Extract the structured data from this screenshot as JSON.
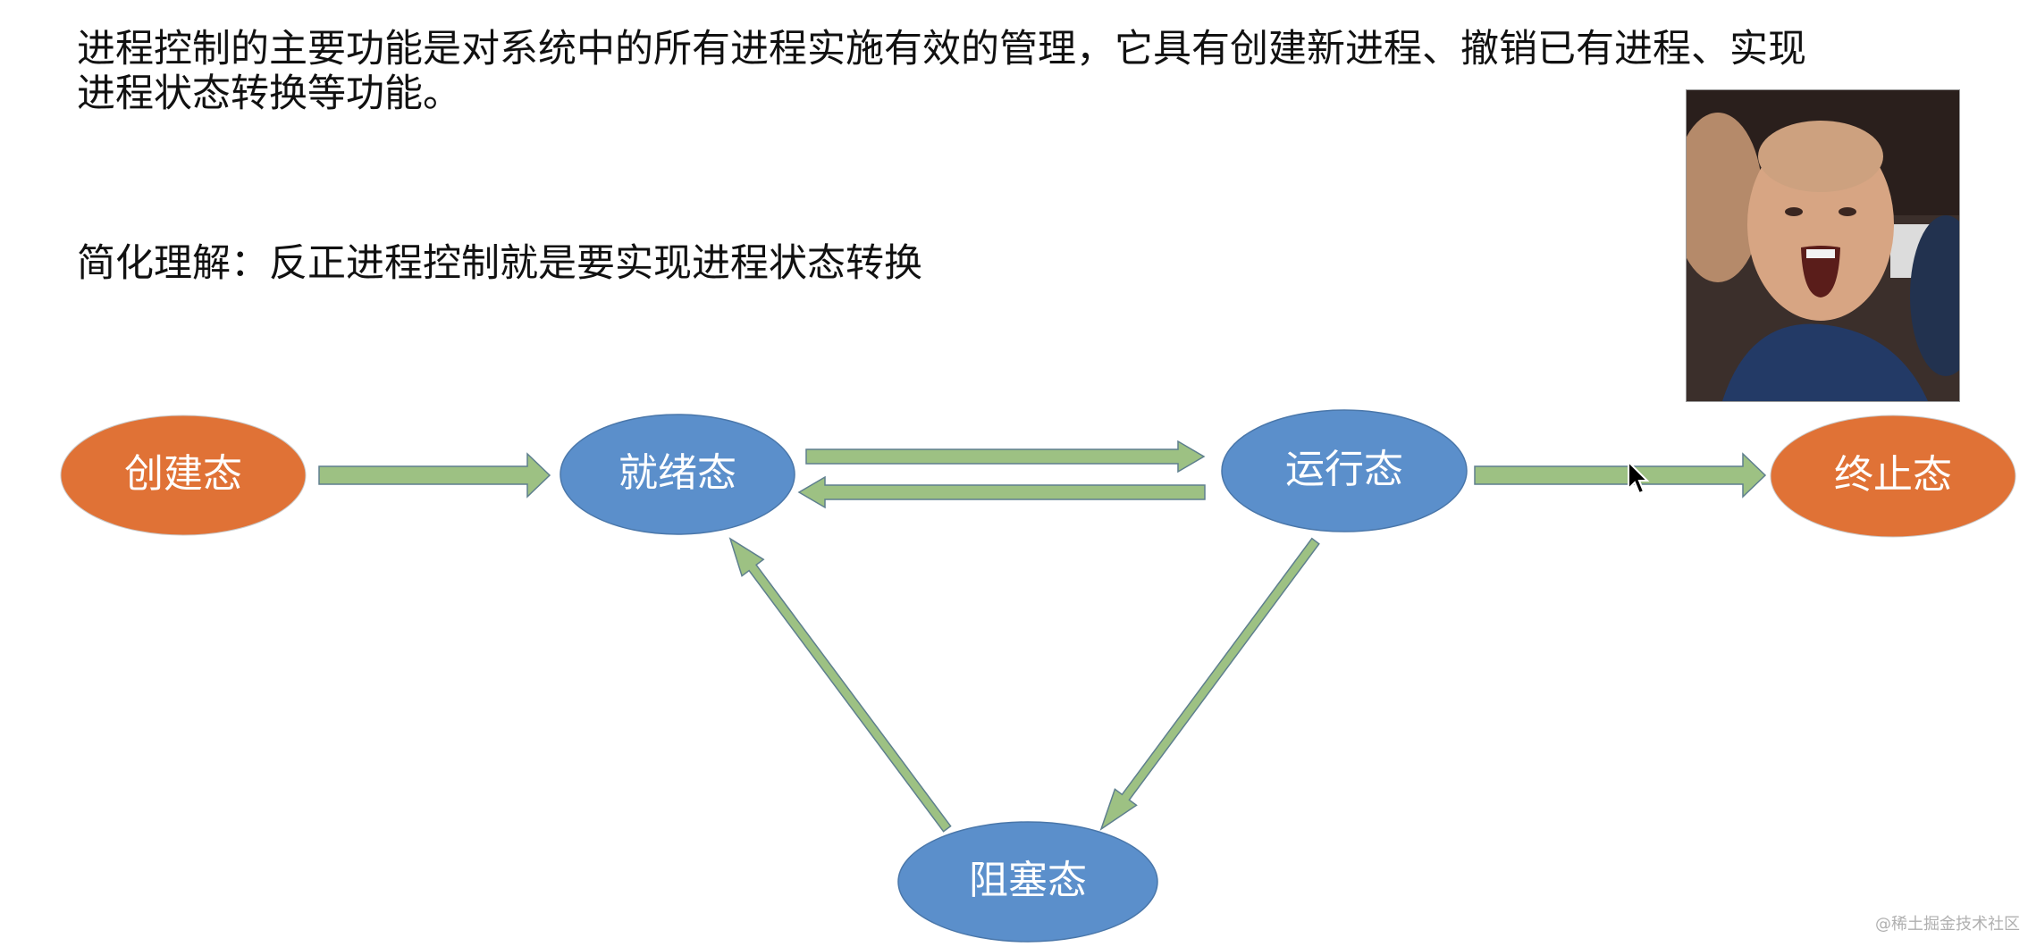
{
  "intro": {
    "line1": "进程控制的主要功能是对系统中的所有进程实施有效的管理，它具有创建新进程、撤销已有进程、实现",
    "line2": "进程状态转换等功能。"
  },
  "summary": "简化理解：反正进程控制就是要实现进程状态转换",
  "diagram": {
    "states": {
      "create": "创建态",
      "ready": "就绪态",
      "running": "运行态",
      "terminate": "终止态",
      "blocked": "阻塞态"
    },
    "colors": {
      "orange_state": "#E07236",
      "blue_state": "#5B8FCB",
      "arrow_fill": "#9DC183",
      "arrow_stroke": "#5E7F8E"
    }
  },
  "watermark": "@稀土掘金技术社区"
}
